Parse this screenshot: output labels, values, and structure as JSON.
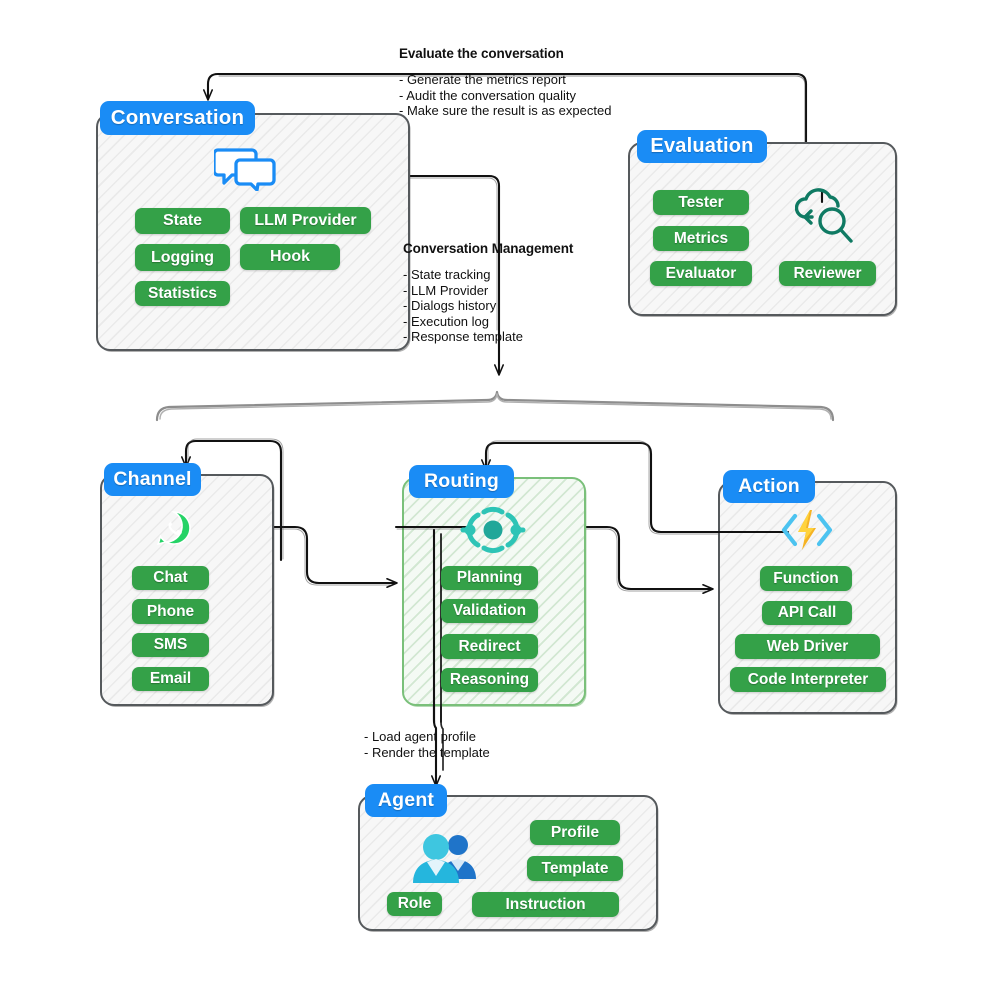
{
  "diagram": {
    "title": "Conversational AI Agent Framework Architecture",
    "accent_blue": "#1a8cf5",
    "accent_green": "#34a148",
    "panel_border": "#55595c",
    "routing_border": "#7ac07a",
    "teal": "#2ec4b6",
    "whatsapp_green": "#25d366"
  },
  "modules": {
    "conversation": {
      "title": "Conversation",
      "icon": "chat-bubbles-icon",
      "items": [
        "State",
        "LLM Provider",
        "Logging",
        "Hook",
        "Statistics"
      ]
    },
    "evaluation": {
      "title": "Evaluation",
      "icon": "cloud-magnifier-icon",
      "items": [
        "Tester",
        "Metrics",
        "Evaluator",
        "Reviewer"
      ]
    },
    "channel": {
      "title": "Channel",
      "icon": "whatsapp-icon",
      "items": [
        "Chat",
        "Phone",
        "SMS",
        "Email"
      ]
    },
    "routing": {
      "title": "Routing",
      "icon": "router-node-icon",
      "items": [
        "Planning",
        "Validation",
        "Redirect",
        "Reasoning"
      ]
    },
    "action": {
      "title": "Action",
      "icon": "function-lightning-icon",
      "items": [
        "Function",
        "API Call",
        "Web Driver",
        "Code Interpreter"
      ]
    },
    "agent": {
      "title": "Agent",
      "icon": "users-icon",
      "items": [
        "Profile",
        "Template",
        "Role",
        "Instruction"
      ]
    }
  },
  "notes": {
    "evaluate": {
      "heading": "Evaluate the conversation",
      "lines": [
        "- Generate the metrics report",
        "- Audit the conversation quality",
        "- Make sure the result is as expected"
      ]
    },
    "conversation_management": {
      "heading": "Conversation Management",
      "lines": [
        "- State tracking",
        "- LLM Provider",
        "- Dialogs history",
        "- Execution log",
        "- Response template"
      ]
    },
    "agent_load": {
      "heading": "",
      "lines": [
        "- Load agent profile",
        "- Render the template"
      ]
    }
  }
}
